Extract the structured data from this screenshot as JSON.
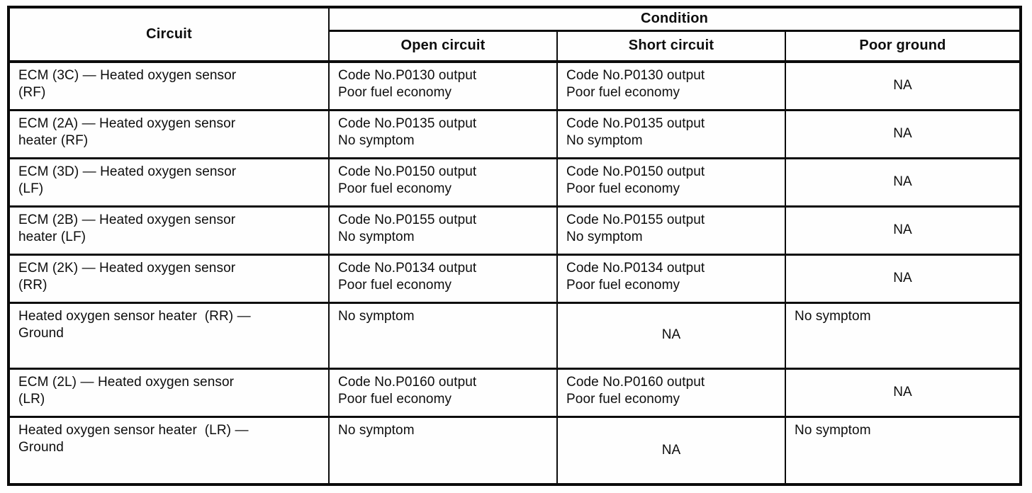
{
  "table": {
    "headers": {
      "circuit": "Circuit",
      "condition": "Condition",
      "open_circuit": "Open circuit",
      "short_circuit": "Short circuit",
      "poor_ground": "Poor ground"
    },
    "rows": [
      {
        "circuit": "ECM (3C) — Heated oxygen sensor\n(RF)",
        "open": "Code No.P0130 output\nPoor fuel economy",
        "short": "Code No.P0130 output\nPoor fuel economy",
        "ground": "NA"
      },
      {
        "circuit": "ECM (2A) — Heated oxygen sensor\nheater (RF)",
        "open": "Code No.P0135 output\nNo symptom",
        "short": "Code No.P0135 output\nNo symptom",
        "ground": "NA"
      },
      {
        "circuit": "ECM (3D) — Heated oxygen sensor\n(LF)",
        "open": "Code No.P0150 output\nPoor fuel economy",
        "short": "Code No.P0150 output\nPoor fuel economy",
        "ground": "NA"
      },
      {
        "circuit": "ECM (2B) — Heated oxygen sensor\nheater (LF)",
        "open": "Code No.P0155 output\nNo symptom",
        "short": "Code No.P0155 output\nNo symptom",
        "ground": "NA"
      },
      {
        "circuit": "ECM (2K) — Heated oxygen sensor\n(RR)",
        "open": "Code No.P0134 output\nPoor fuel economy",
        "short": "Code No.P0134 output\nPoor fuel economy",
        "ground": "NA"
      },
      {
        "circuit": "Heated oxygen sensor heater  (RR) —\nGround",
        "open": "No symptom",
        "short": "NA",
        "ground": "No symptom"
      },
      {
        "circuit": "ECM (2L) — Heated oxygen sensor\n(LR)",
        "open": "Code No.P0160 output\nPoor fuel economy",
        "short": "Code No.P0160 output\nPoor fuel economy",
        "ground": "NA"
      },
      {
        "circuit": "Heated oxygen sensor heater  (LR) —\nGround",
        "open": "No symptom",
        "short": "NA",
        "ground": "No symptom"
      }
    ]
  }
}
